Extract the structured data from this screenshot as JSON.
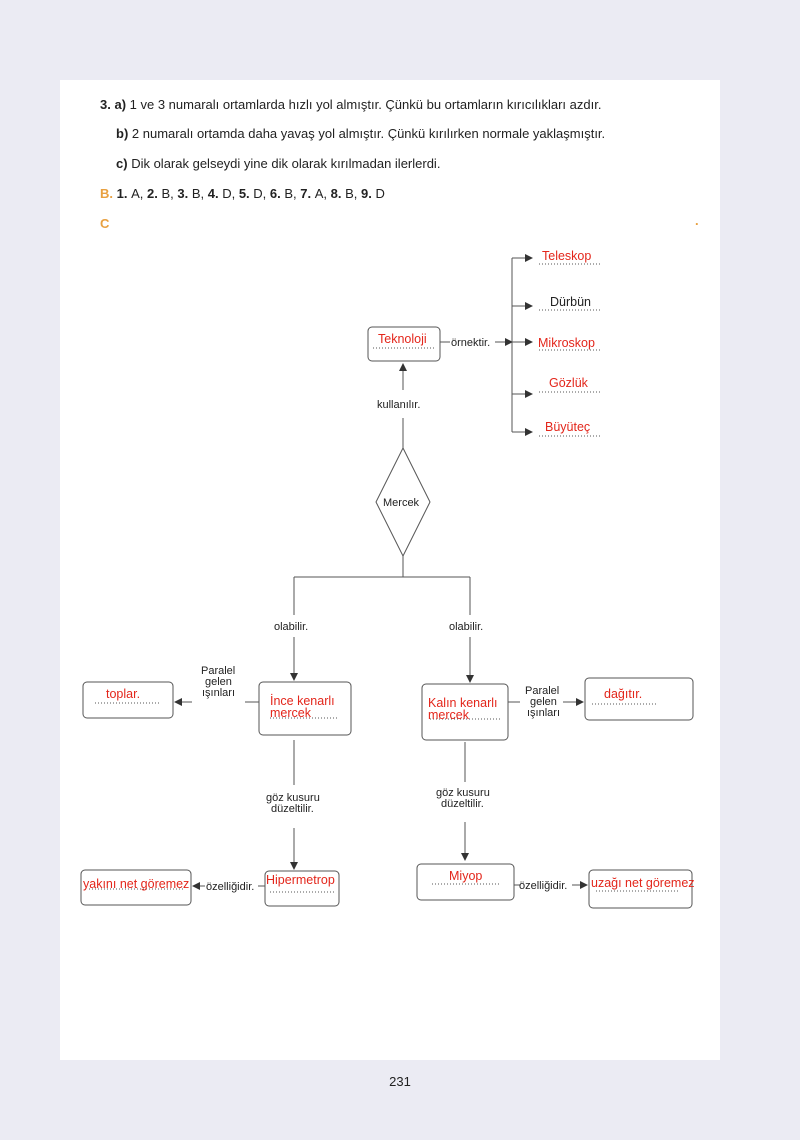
{
  "answers": {
    "q3": {
      "number": "3.",
      "a_label": "a)",
      "a_text": "1 ve 3 numaralı ortamlarda hızlı yol almıştır. Çünkü bu ortamların kırıcılıkları azdır.",
      "b_label": "b)",
      "b_text": "2 numaralı ortamda daha yavaş yol almıştır. Çünkü kırılırken normale yaklaşmıştır.",
      "c_label": "c)",
      "c_text": "Dik olarak gelseydi yine dik olarak kırılmadan ilerlerdi."
    },
    "section_b": {
      "label": "B.",
      "items": [
        {
          "n": "1.",
          "v": "A"
        },
        {
          "n": "2.",
          "v": "B"
        },
        {
          "n": "3.",
          "v": "B"
        },
        {
          "n": "4.",
          "v": "D"
        },
        {
          "n": "5.",
          "v": "D"
        },
        {
          "n": "6.",
          "v": "B"
        },
        {
          "n": "7.",
          "v": "A"
        },
        {
          "n": "8.",
          "v": "B"
        },
        {
          "n": "9.",
          "v": "D"
        }
      ]
    },
    "section_c": {
      "label": "C",
      "dot": "."
    }
  },
  "diagram": {
    "center": "Mercek",
    "up_edge": "kullanılır.",
    "technology": "Teknoloji",
    "example_edge": "örnektir.",
    "examples": [
      "Teleskop",
      "Dürbün",
      "Mikroskop",
      "Gözlük",
      "Büyüteç"
    ],
    "left_branch": {
      "edge": "olabilir.",
      "lens": [
        "İnce kenarlı",
        "mercek"
      ],
      "rays": [
        "Paralel",
        "gelen",
        "ışınları"
      ],
      "ray_result": "toplar.",
      "fix_edge": [
        "göz kusuru",
        "düzeltilir."
      ],
      "defect": "Hipermetrop",
      "prop_edge": "özelliğidir.",
      "property": "yakını net göremez"
    },
    "right_branch": {
      "edge": "olabilir.",
      "lens": [
        "Kalın kenarlı",
        "mercek"
      ],
      "rays": [
        "Paralel",
        "gelen",
        "ışınları"
      ],
      "ray_result": "dağıtır.",
      "fix_edge": [
        "göz kusuru",
        "düzeltilir."
      ],
      "defect": "Miyop",
      "prop_edge": "özelliğidir.",
      "property": "uzağı net göremez"
    }
  },
  "page_number": "231"
}
